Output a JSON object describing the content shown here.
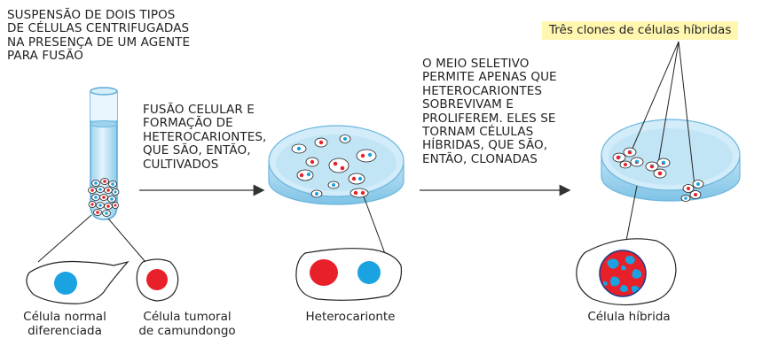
{
  "step1_text": "SUSPENSÃO DE DOIS TIPOS\nDE CÉLULAS CENTRIFUGADAS\nNA PRESENÇA DE UM AGENTE\nPARA FUSÃO",
  "step2_text": "FUSÃO CELULAR E\nFORMAÇÃO DE\nHETEROCARIONTES,\nQUE SÃO, ENTÃO,\nCULTIVADOS",
  "step3_text": "O MEIO SELETIVO\nPERMITE APENAS QUE\nHETEROCARIONTES\nSOBREVIVAM E\nPROLIFEREM. ELES SE\nTORNAM CÉLULAS\nHÍBRIDAS, QUE SÃO,\nENTÃO, CLONADAS",
  "clones_label": "Três clones de células híbridas",
  "cell_normal_label": "Célula normal\ndiferenciada",
  "cell_tumor_label": "Célula tumoral\nde camundongo",
  "heterokaryon_label": "Heterocarionte",
  "hybrid_label": "Célula híbrida",
  "colors": {
    "nucleus_blue": "#1aa3e0",
    "nucleus_red": "#e8202a",
    "dish_blue": "#bfe3f5",
    "highlight": "#fff6b0"
  }
}
